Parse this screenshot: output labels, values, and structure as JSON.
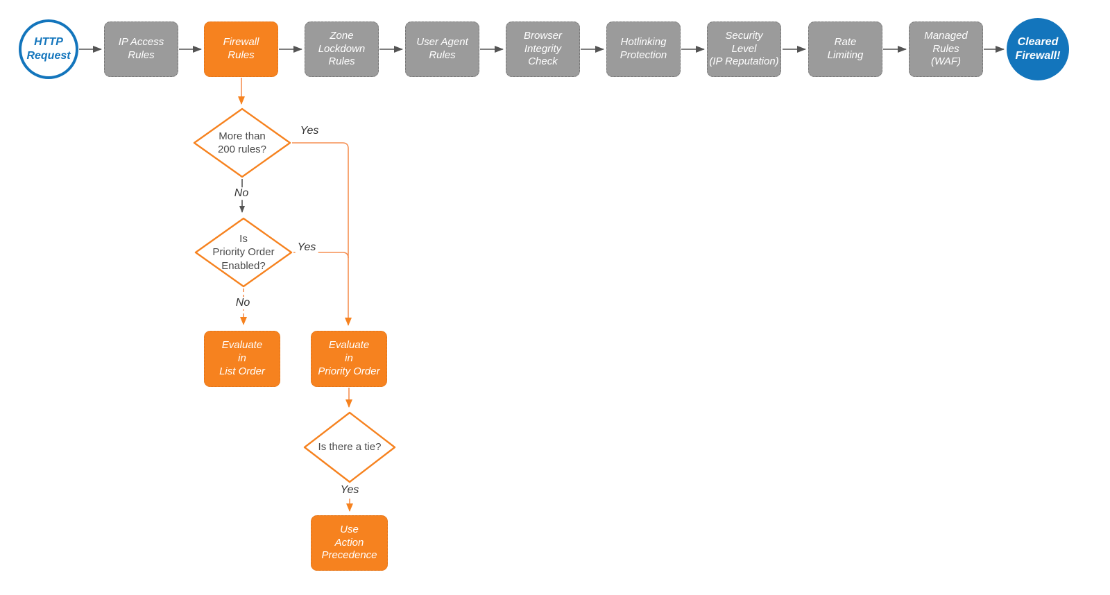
{
  "palette": {
    "orange": "#F6821F",
    "orange_line": "#F58F52",
    "gray_node": "#9B9B9B",
    "blue": "#1375BC",
    "dark_line": "#545454",
    "node_text": "#FFFFFF",
    "decision_text": "#4A4A4A",
    "edge_label_text": "#333333",
    "background": "#FFFFFF"
  },
  "flow": {
    "start": {
      "label": "HTTP\nRequest"
    },
    "end": {
      "label": "Cleared\nFirewall!"
    },
    "steps": [
      {
        "label": "IP Access\nRules"
      },
      {
        "label": "Firewall\nRules"
      },
      {
        "label": "Zone\nLockdown\nRules"
      },
      {
        "label": "User Agent\nRules"
      },
      {
        "label": "Browser\nIntegrity\nCheck"
      },
      {
        "label": "Hotlinking\nProtection"
      },
      {
        "label": "Security\nLevel\n(IP Reputation)"
      },
      {
        "label": "Rate\nLimiting"
      },
      {
        "label": "Managed\nRules\n(WAF)"
      }
    ],
    "decisions": [
      {
        "label": "More than\n200 rules?",
        "yes": "Yes",
        "no": "No"
      },
      {
        "label": "Is\nPriority Order\nEnabled?",
        "yes": "Yes",
        "no": "No"
      },
      {
        "label": "Is there a tie?",
        "yes": "Yes"
      }
    ],
    "actions": [
      {
        "label": "Evaluate\nin\nList Order"
      },
      {
        "label": "Evaluate\nin\nPriority Order"
      },
      {
        "label": "Use\nAction\nPrecedence"
      }
    ]
  }
}
